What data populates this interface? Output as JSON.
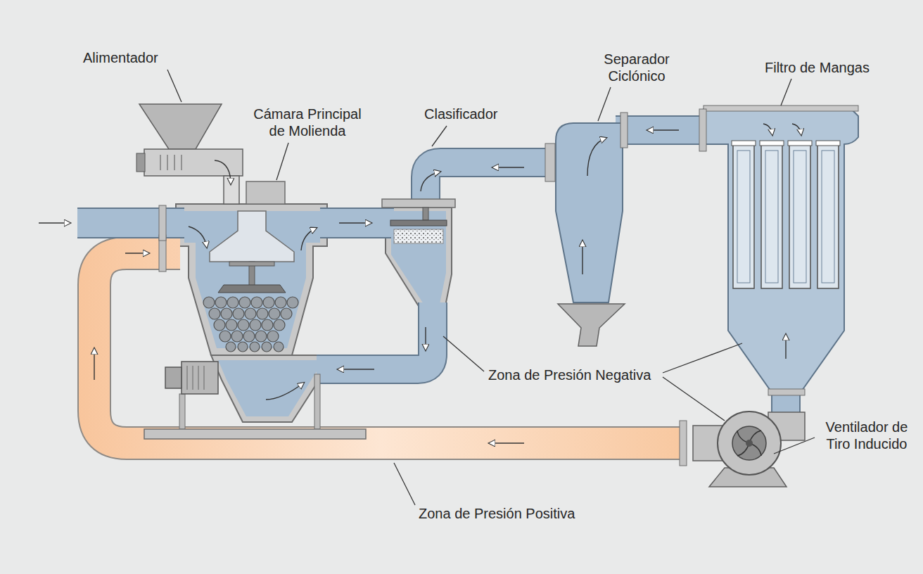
{
  "diagram": {
    "labels": [
      "Alimentador",
      "Separador Ciclónico",
      "Filtro de Mangas",
      "Cámara Principal de Molienda",
      "Clasificador",
      "Zona de Presión Negativa",
      "Ventilador de Tiro Inducido",
      "Zona de Presión Positiva"
    ]
  }
}
